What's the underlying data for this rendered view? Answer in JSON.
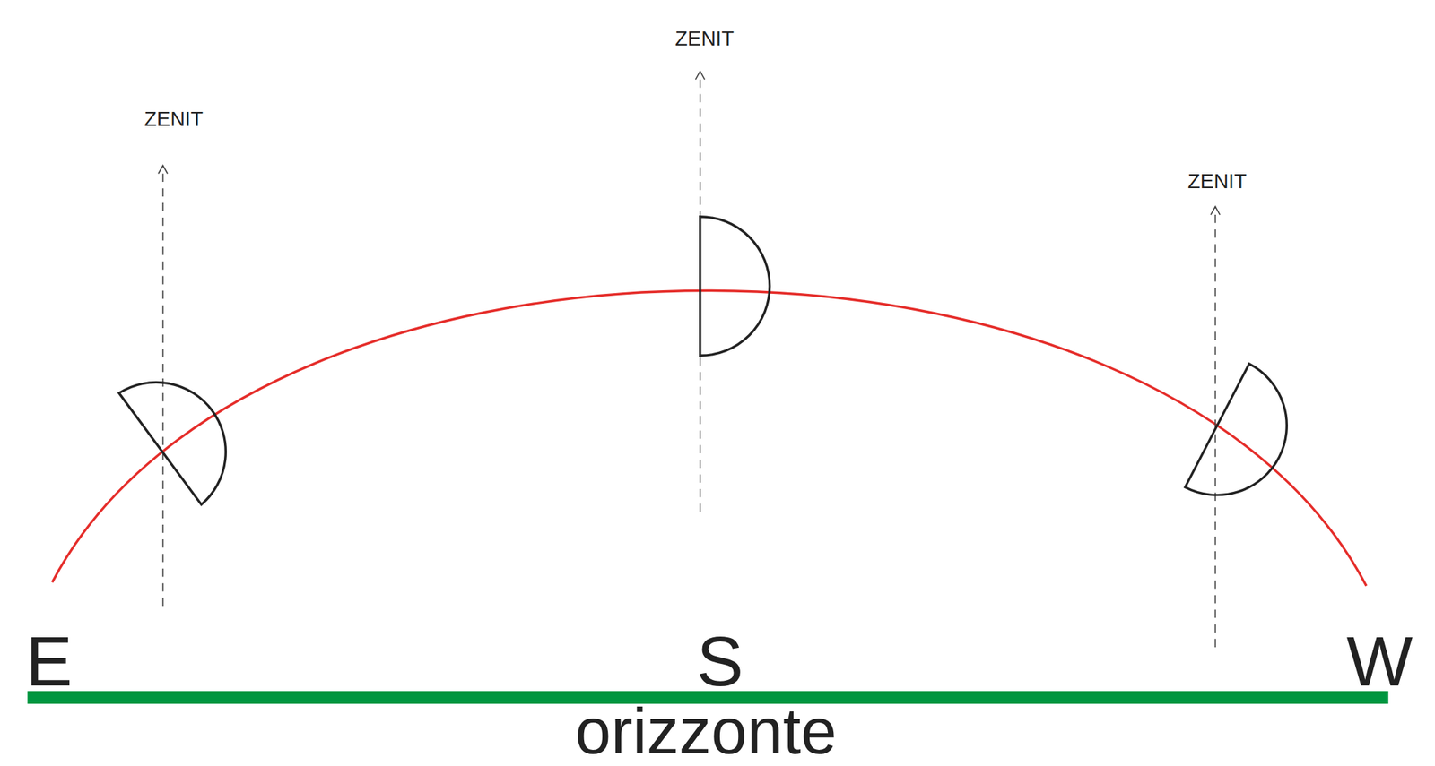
{
  "diagram": {
    "labels": [
      "ZENIT",
      "ZENIT",
      "ZENIT",
      "E",
      "S",
      "W",
      "orizzonte"
    ]
  }
}
